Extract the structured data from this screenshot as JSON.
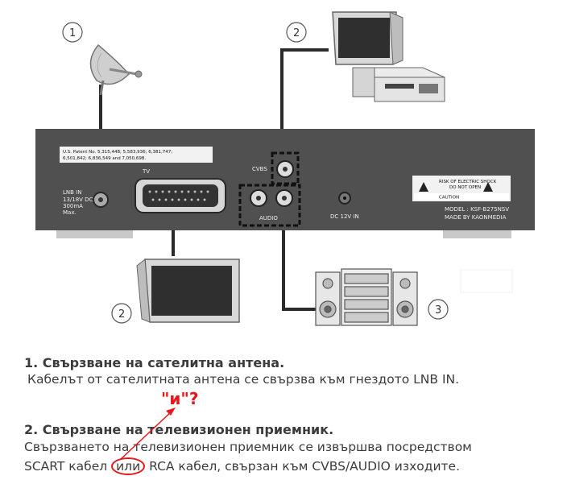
{
  "markers": [
    "1",
    "2",
    "2",
    "3"
  ],
  "device": {
    "patent_line1": "U.S. Patent No. 5,315,448; 5,583,936; 6,381,747;",
    "patent_line2": "6,501,842; 6,836,549 and 7,050,698.",
    "tv_label": "TV",
    "lnb_label": "LNB IN",
    "lnb_specs": [
      "13/18V DC",
      "300mA",
      "Max."
    ],
    "cvbs_label": "CVBS",
    "audio_label": "AUDIO",
    "dc_label": "DC 12V IN",
    "warning_line1": "RISK OF ELECTRIC SHOCK",
    "warning_line2": "DO NOT OPEN",
    "caution_label": "CAUTION",
    "model_label": "MODEL : KSF-B275NSV",
    "made_by": "MADE BY KAONMEDIA"
  },
  "sections": {
    "s1_title": "1. Свързване на сателитна антена.",
    "s1_body": "Кабелът от сателитната антена се свързва към гнездото LNB IN.",
    "annotation": "\"и\"?",
    "s2_title": "2. Свързване на телевизионен приемник.",
    "s2_body_line1": "Свързването на телевизионен приемник се извършва посредством",
    "s2_body_line2_pre": "SCART кабел ",
    "s2_body_line2_circled": "или",
    "s2_body_line2_post": " RCA кабел, свързан към CVBS/AUDIO изходите."
  }
}
